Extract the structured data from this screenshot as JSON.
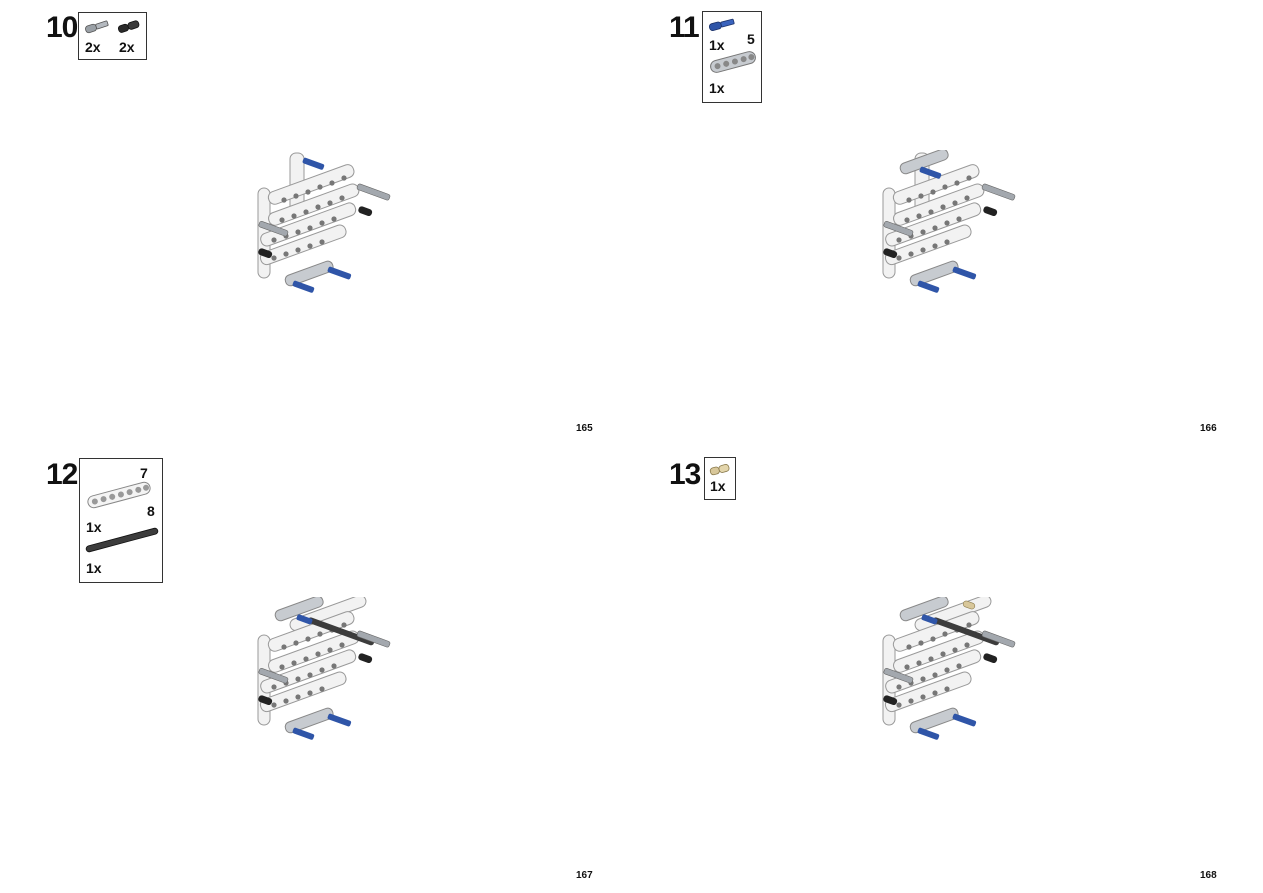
{
  "steps": [
    {
      "number": "10",
      "page": "165",
      "parts": [
        {
          "icon": "gray-axle-pin-icon",
          "qty": "2x"
        },
        {
          "icon": "black-friction-pin-icon",
          "qty": "2x"
        }
      ]
    },
    {
      "number": "11",
      "page": "166",
      "parts": [
        {
          "icon": "blue-axle-pin-icon",
          "qty": "1x"
        },
        {
          "icon": "gray-beam-5-icon",
          "qty": "1x",
          "length": "5"
        }
      ]
    },
    {
      "number": "12",
      "page": "167",
      "parts": [
        {
          "icon": "white-beam-7-icon",
          "qty": "1x",
          "length": "7"
        },
        {
          "icon": "dark-axle-8-icon",
          "qty": "1x",
          "length": "8"
        }
      ]
    },
    {
      "number": "13",
      "page": "168",
      "parts": [
        {
          "icon": "tan-pin-icon",
          "qty": "1x"
        }
      ]
    }
  ],
  "colors": {
    "beam_white": "#f2f2f2",
    "beam_gray": "#b9bdc2",
    "pin_blue": "#2f55a8",
    "pin_black": "#222222",
    "axle_dark": "#3c3c3c",
    "pin_tan": "#d8c79a"
  }
}
